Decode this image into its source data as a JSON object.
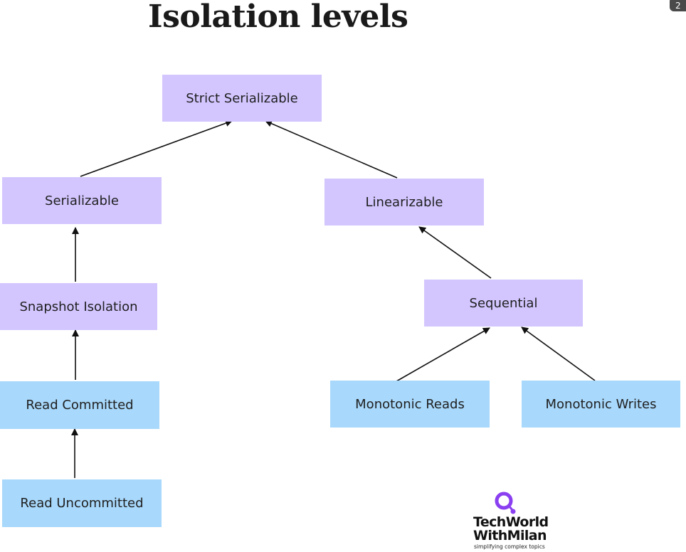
{
  "title": "Isolation levels",
  "corner_badge": "2",
  "colors": {
    "level_box": "#d3c6ff",
    "base_box": "#a8d8fb",
    "arrow": "#111111",
    "logo_accent": "#8a3ff0"
  },
  "nodes": {
    "strict_serializable": "Strict Serializable",
    "serializable": "Serializable",
    "linearizable": "Linearizable",
    "snapshot_isolation": "Snapshot Isolation",
    "sequential": "Sequential",
    "read_committed": "Read Committed",
    "monotonic_reads": "Monotonic Reads",
    "monotonic_writes": "Monotonic Writes",
    "read_uncommitted": "Read Uncommitted"
  },
  "edges": [
    {
      "from": "Serializable",
      "to": "Strict Serializable"
    },
    {
      "from": "Linearizable",
      "to": "Strict Serializable"
    },
    {
      "from": "Snapshot Isolation",
      "to": "Serializable"
    },
    {
      "from": "Read Committed",
      "to": "Snapshot Isolation"
    },
    {
      "from": "Read Uncommitted",
      "to": "Read Committed"
    },
    {
      "from": "Sequential",
      "to": "Linearizable"
    },
    {
      "from": "Monotonic Reads",
      "to": "Sequential"
    },
    {
      "from": "Monotonic Writes",
      "to": "Sequential"
    }
  ],
  "logo": {
    "line1": "TechWorld",
    "line2": "WithMilan",
    "tagline": "simplifying complex topics",
    "icon": "connected-nodes-icon"
  }
}
